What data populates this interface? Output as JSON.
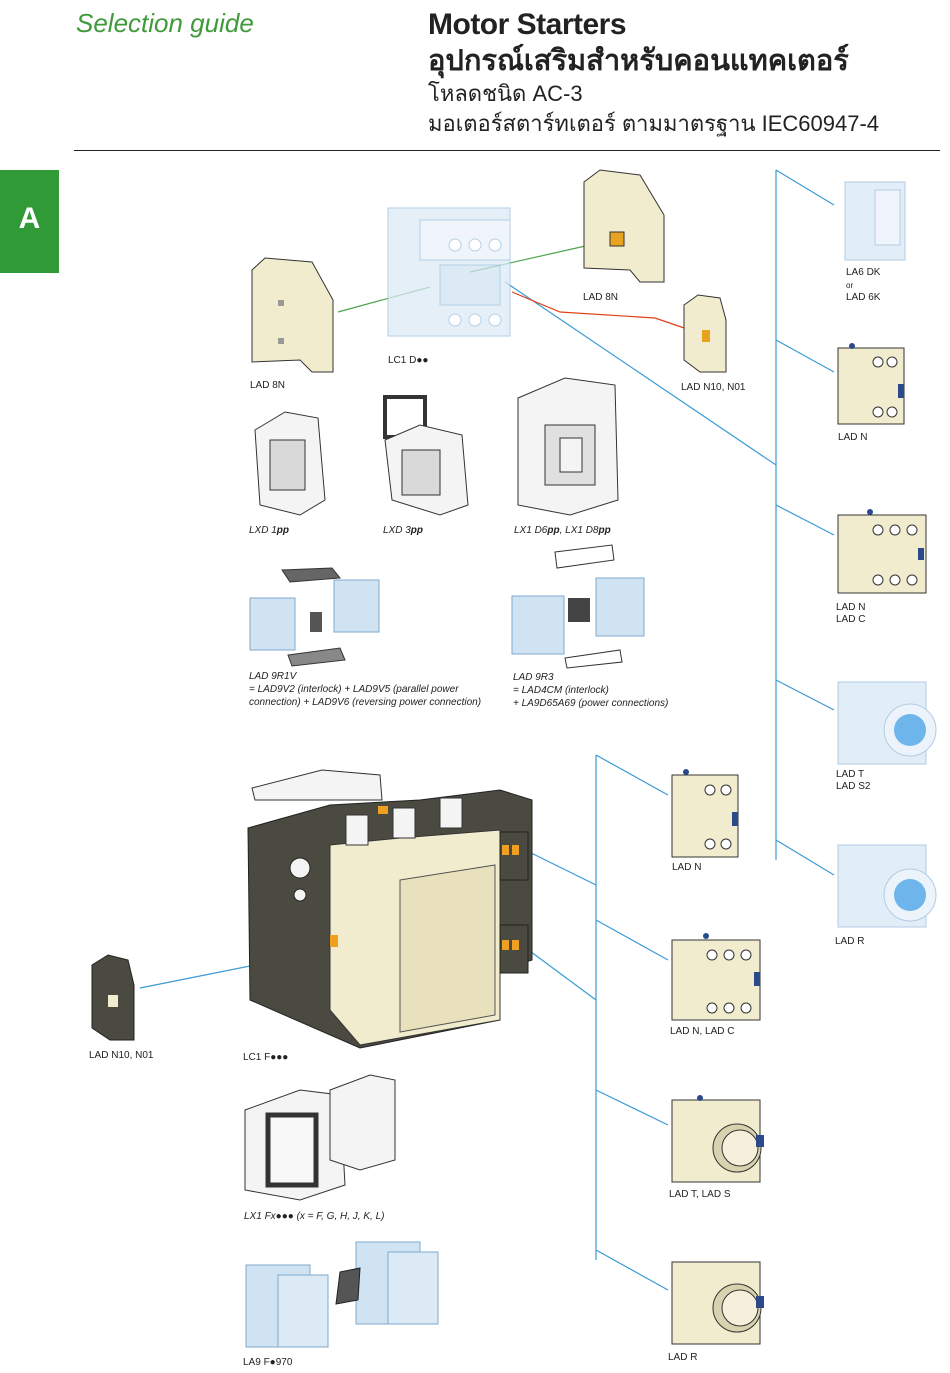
{
  "header": {
    "section": "Selection guide",
    "title": "Motor Starters",
    "thai_title": "อุปกรณ์เสริมสำหรับคอนแทคเตอร์",
    "subtitle_1": "โหลดชนิด AC-3",
    "subtitle_2": "มอเตอร์สตาร์ทเตอร์ ตามมาตรฐาน IEC60947-4",
    "tab_letter": "A"
  },
  "labels": {
    "lad8n_left": "LAD 8N",
    "lc1d": "LC1 D●●",
    "lad8n_top": "LAD 8N",
    "ladn10_top": "LAD N10, N01",
    "lxd1_a": "LXD 1",
    "lxd1_b": "pp",
    "lxd3_a": "LXD 3",
    "lxd3_b": "pp",
    "lx1d6_a": "LX1 D6",
    "lx1d6_b": "pp",
    "lx1d6_c": ", LX1 D8",
    "lx1d6_d": "pp",
    "lad9r1v_1": "LAD 9R1V",
    "lad9r1v_2": "= LAD9V2 (interlock) + LAD9V5 (parallel power",
    "lad9r1v_3": "connection) + LAD9V6 (reversing power connection)",
    "lad9r3_1": "LAD 9R3",
    "lad9r3_2": "= LAD4CM (interlock)",
    "lad9r3_3": "+ LA9D65A69 (power connections)",
    "la6dk_1": "LA6 DK",
    "la6dk_2": "or",
    "la6dk_3": "LAD 6K",
    "ladn_r1": "LAD N",
    "ladnc_1": "LAD N",
    "ladnc_2": "LAD C",
    "ladts_1": "LAD T",
    "ladts_2": "LAD S2",
    "ladr_r": "LAD R",
    "ladn_mid": "LAD N",
    "ladnc_mid": "LAD N, LAD C",
    "ladts_mid": "LAD T, LAD S",
    "ladr_mid": "LAD R",
    "ladn10_left": "LAD N10, N01",
    "lc1f": "LC1 F●●●",
    "lx1f": "LX1 Fx●●●  (x = F, G, H, J, K, L)",
    "la9f": "LA9 F●970"
  },
  "colors": {
    "green": "#3f9a3a",
    "tab": "#2f9a36",
    "blue_line": "#3a9bd5",
    "red_line": "#e0401a",
    "green_line": "#4aa34a",
    "part_beige": "#f1ecce",
    "part_blue": "#cfe3f2",
    "part_dark": "#4a4a40",
    "knob_blue": "#2f8fd8",
    "orange": "#f0a020"
  }
}
